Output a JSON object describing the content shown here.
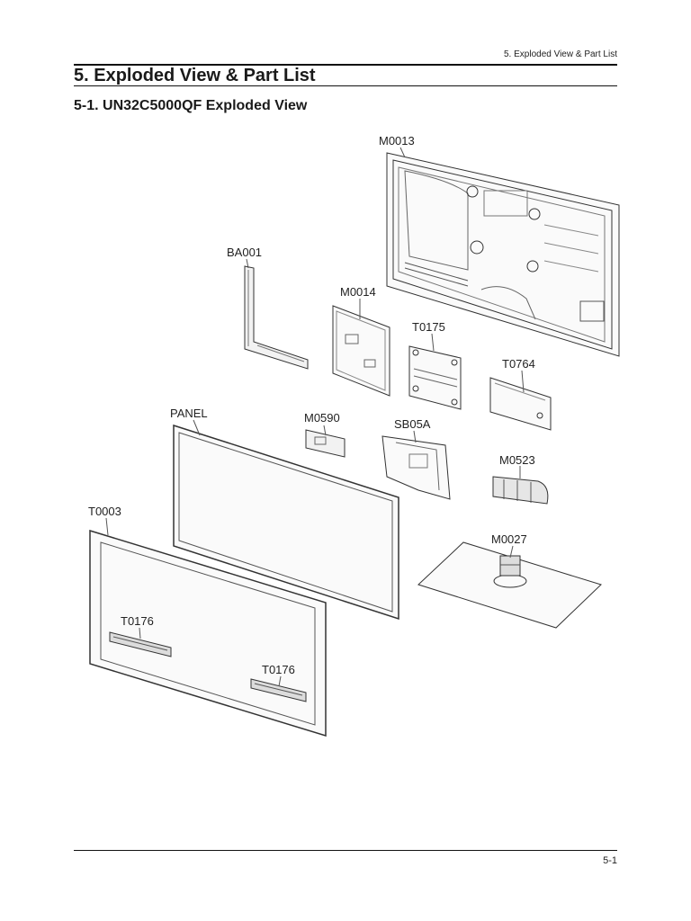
{
  "header": {
    "running_title": "5. Exploded View & Part List"
  },
  "section": {
    "title": "5. Exploded View & Part List"
  },
  "subsection": {
    "title": "5-1. UN32C5000QF Exploded View"
  },
  "parts": {
    "rear_cover": "M0013",
    "bracket_left": "BA001",
    "main_board": "M0014",
    "wall_mount_bracket": "T0175",
    "power_board": "T0764",
    "panel": "PANEL",
    "small_board": "M0590",
    "stand_bracket": "SB05A",
    "stand_neck": "M0523",
    "front_bezel": "T0003",
    "stand_base": "M0027",
    "speaker_left": "T0176",
    "speaker_right": "T0176"
  },
  "footer": {
    "page_number": "5-1"
  }
}
